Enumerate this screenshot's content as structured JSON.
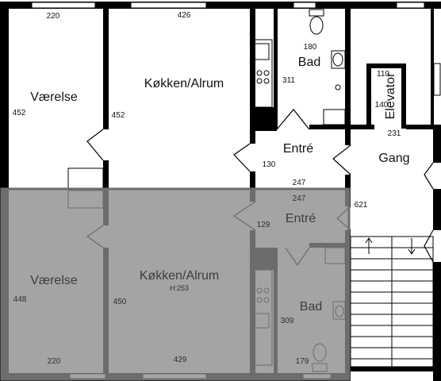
{
  "upper_floor": {
    "rooms": {
      "vaerelse": "Værelse",
      "kokken": "Køkken/Alrum",
      "bad": "Bad",
      "elevator": "Elevator",
      "entre": "Entré",
      "gang": "Gang"
    },
    "dims": {
      "top_left": "220",
      "top_mid": "426",
      "vaerelse_h": "452",
      "kokken_h": "452",
      "bad_w": "180",
      "bad_h": "311",
      "elev_w": "110",
      "elev_h": "140",
      "gang_w": "231",
      "entre_h": "130",
      "entre_w": "247",
      "gang_h": "621"
    }
  },
  "lower_floor": {
    "rooms": {
      "vaerelse": "Værelse",
      "kokken": "Køkken/Alrum",
      "kokken_height": "H:253",
      "entre": "Entré",
      "bad": "Bad"
    },
    "dims": {
      "entre_w": "247",
      "entre_h": "129",
      "vaerelse_h": "448",
      "kokken_h": "450",
      "bad_h": "309",
      "bottom_left": "220",
      "bottom_mid": "429",
      "bad_w": "179"
    }
  },
  "colors": {
    "wall": "#000000",
    "shaded_overlay": "#8a8a8a",
    "overlay_border": "#6e6e6e"
  }
}
